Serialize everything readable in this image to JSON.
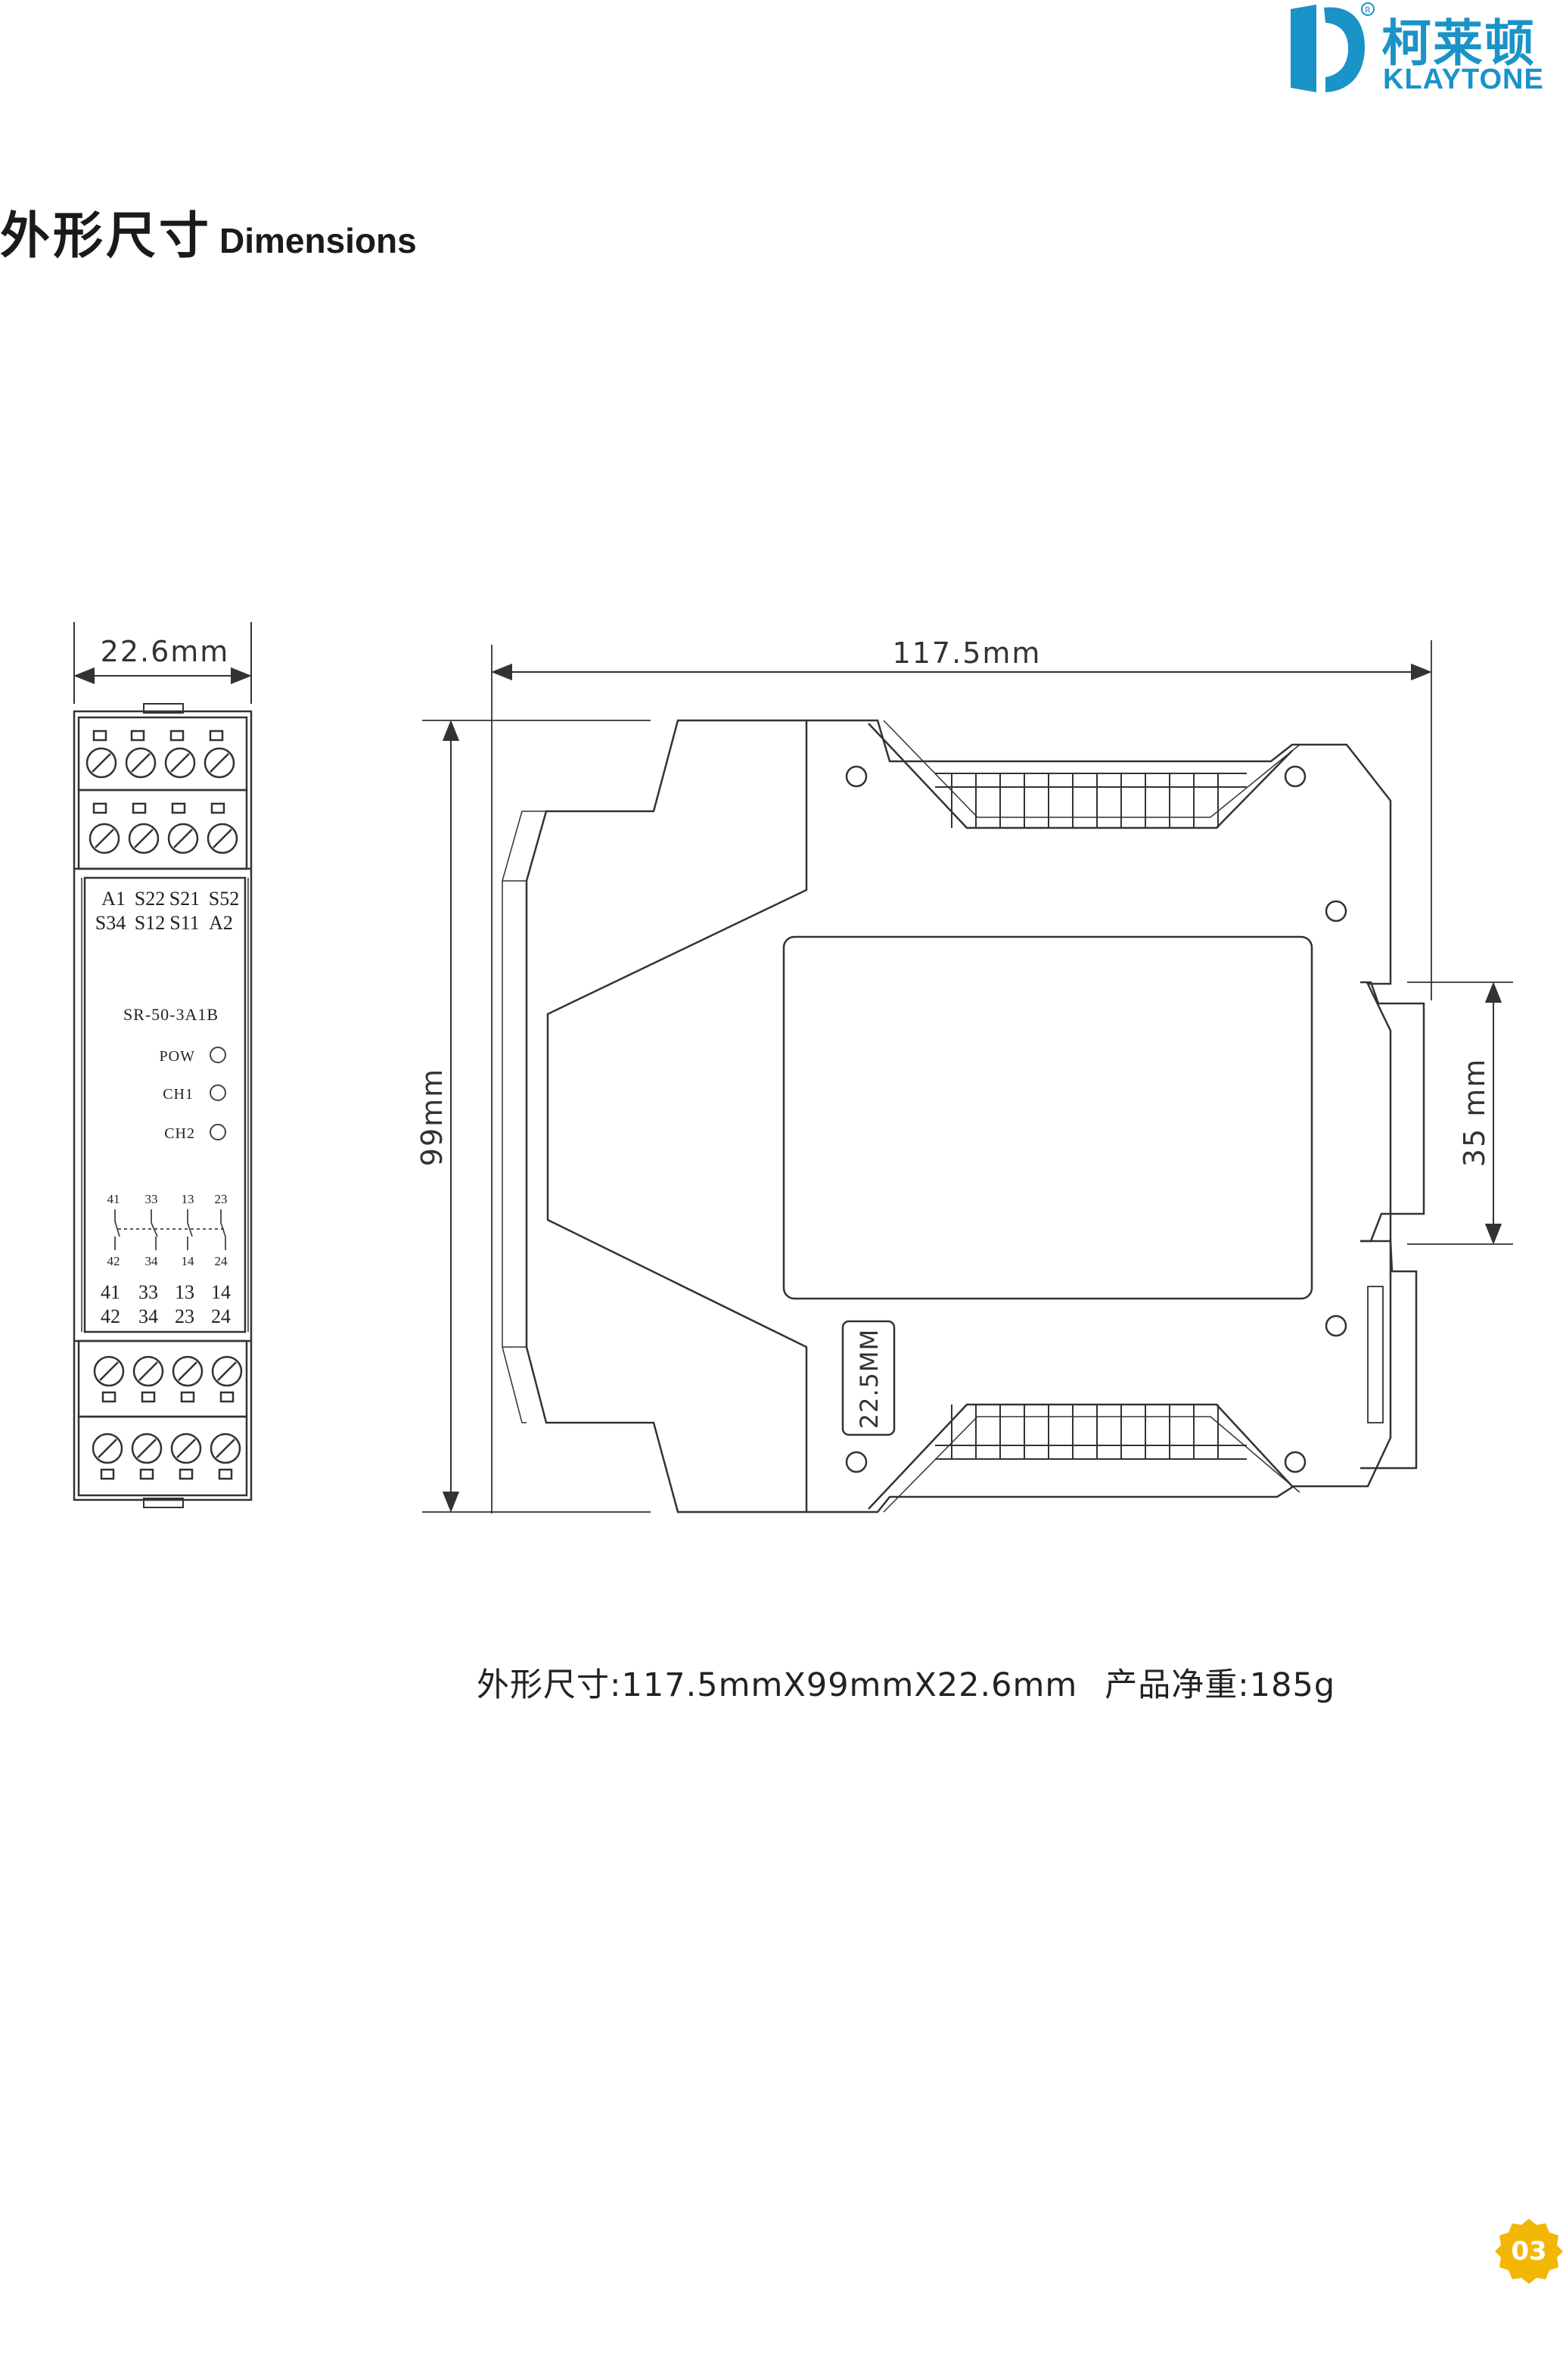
{
  "logo": {
    "brand_cn": "柯莱顿",
    "brand_en": "KLAYTONE",
    "mark": "klaytone-logo-icon",
    "brand_color": "#1a93c8"
  },
  "header": {
    "title_cn": "外形尺寸",
    "title_en": "Dimensions"
  },
  "front_view": {
    "width_label": "22.6mm",
    "terminals_top_row1": [
      "A1",
      "S22",
      "S21",
      "S52"
    ],
    "terminals_top_row2": [
      "S34",
      "S12",
      "S11",
      "A2"
    ],
    "model": "SR-50-3A1B",
    "leds": [
      "POW",
      "CH1",
      "CH2"
    ],
    "contact_top": [
      "41",
      "33",
      "13",
      "23"
    ],
    "contact_bottom": [
      "42",
      "34",
      "14",
      "24"
    ],
    "terminals_bottom_row1": [
      "41",
      "33",
      "13",
      "14"
    ],
    "terminals_bottom_row2": [
      "42",
      "34",
      "23",
      "24"
    ]
  },
  "side_view": {
    "length_label": "117.5mm",
    "height_label": "99mm",
    "rail_label": "35 mm",
    "module_width_label": "22.5MM"
  },
  "spec": {
    "dimensions_label": "外形尺寸",
    "dimensions_value": "117.5mmX99mmX22.6mm",
    "weight_label": "产品净重",
    "weight_value": "185g"
  },
  "page": {
    "number": "03",
    "badge_color": "#f2b705"
  }
}
